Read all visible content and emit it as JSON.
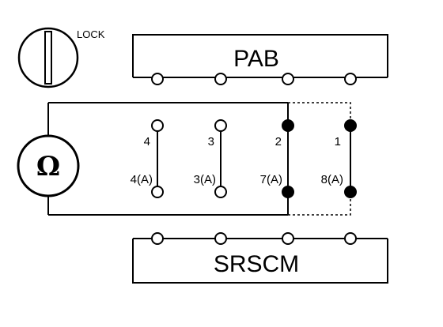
{
  "lock_label": "LOCK",
  "pab_label": "PAB",
  "srscm_label": "SRSCM",
  "meter_symbol": "Ω",
  "pins": [
    {
      "top": "4",
      "bottom": "4(A)",
      "state": "open"
    },
    {
      "top": "3",
      "bottom": "3(A)",
      "state": "open"
    },
    {
      "top": "2",
      "bottom": "7(A)",
      "state": "probed"
    },
    {
      "top": "1",
      "bottom": "8(A)",
      "state": "probed"
    }
  ],
  "colors": {
    "line": "#000000",
    "background": "#ffffff"
  }
}
